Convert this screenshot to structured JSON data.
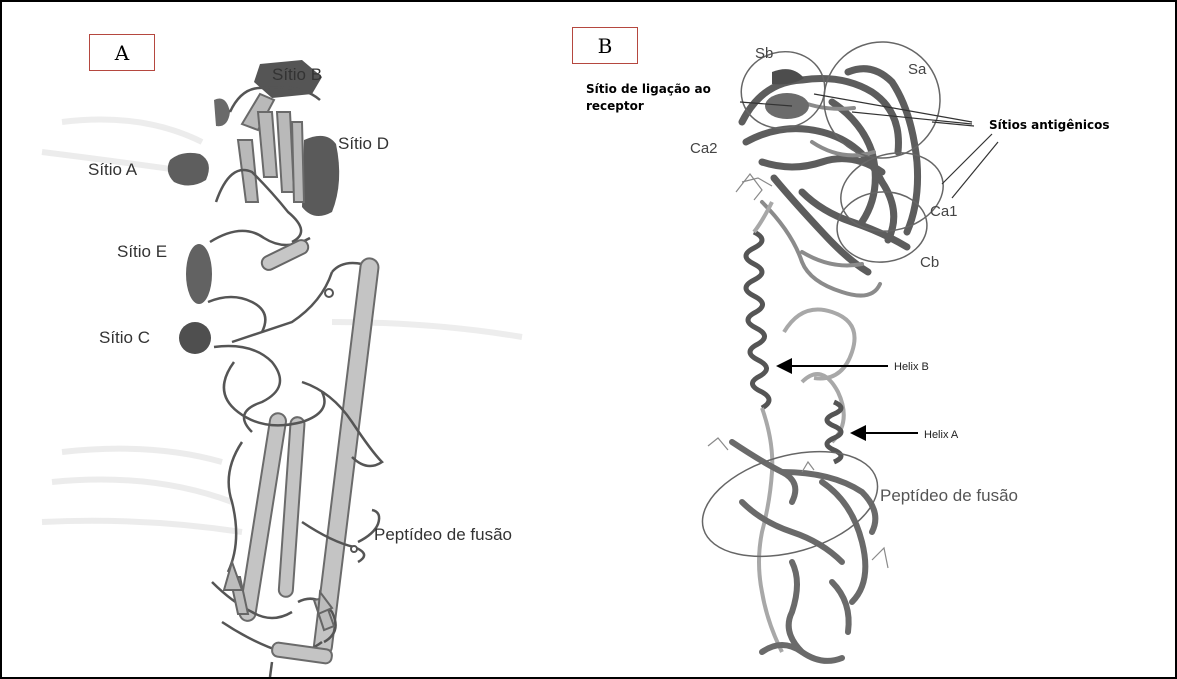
{
  "panels": {
    "a": {
      "letter": "A",
      "labels": {
        "site_a": "Sítio A",
        "site_b": "Sítio B",
        "site_c": "Sítio C",
        "site_d": "Sítio D",
        "site_e": "Sítio E",
        "fusion_peptide": "Peptídeo de fusão"
      }
    },
    "b": {
      "letter": "B",
      "labels": {
        "sb": "Sb",
        "sa": "Sa",
        "ca1": "Ca1",
        "ca2": "Ca2",
        "cb": "Cb",
        "receptor_site_line1": "Sítio de ligação ao",
        "receptor_site_line2": "receptor",
        "antigenic_sites": "Sítios antigênicos",
        "helix_b": "Helix B",
        "helix_a": "Helix A",
        "fusion_peptide": "Peptídeo de fusão"
      }
    }
  },
  "colors": {
    "frame": "#000000",
    "panel_box_border": "#b5473f",
    "structure_light": "#b9b9b9",
    "structure_dark": "#6a6a6a"
  }
}
